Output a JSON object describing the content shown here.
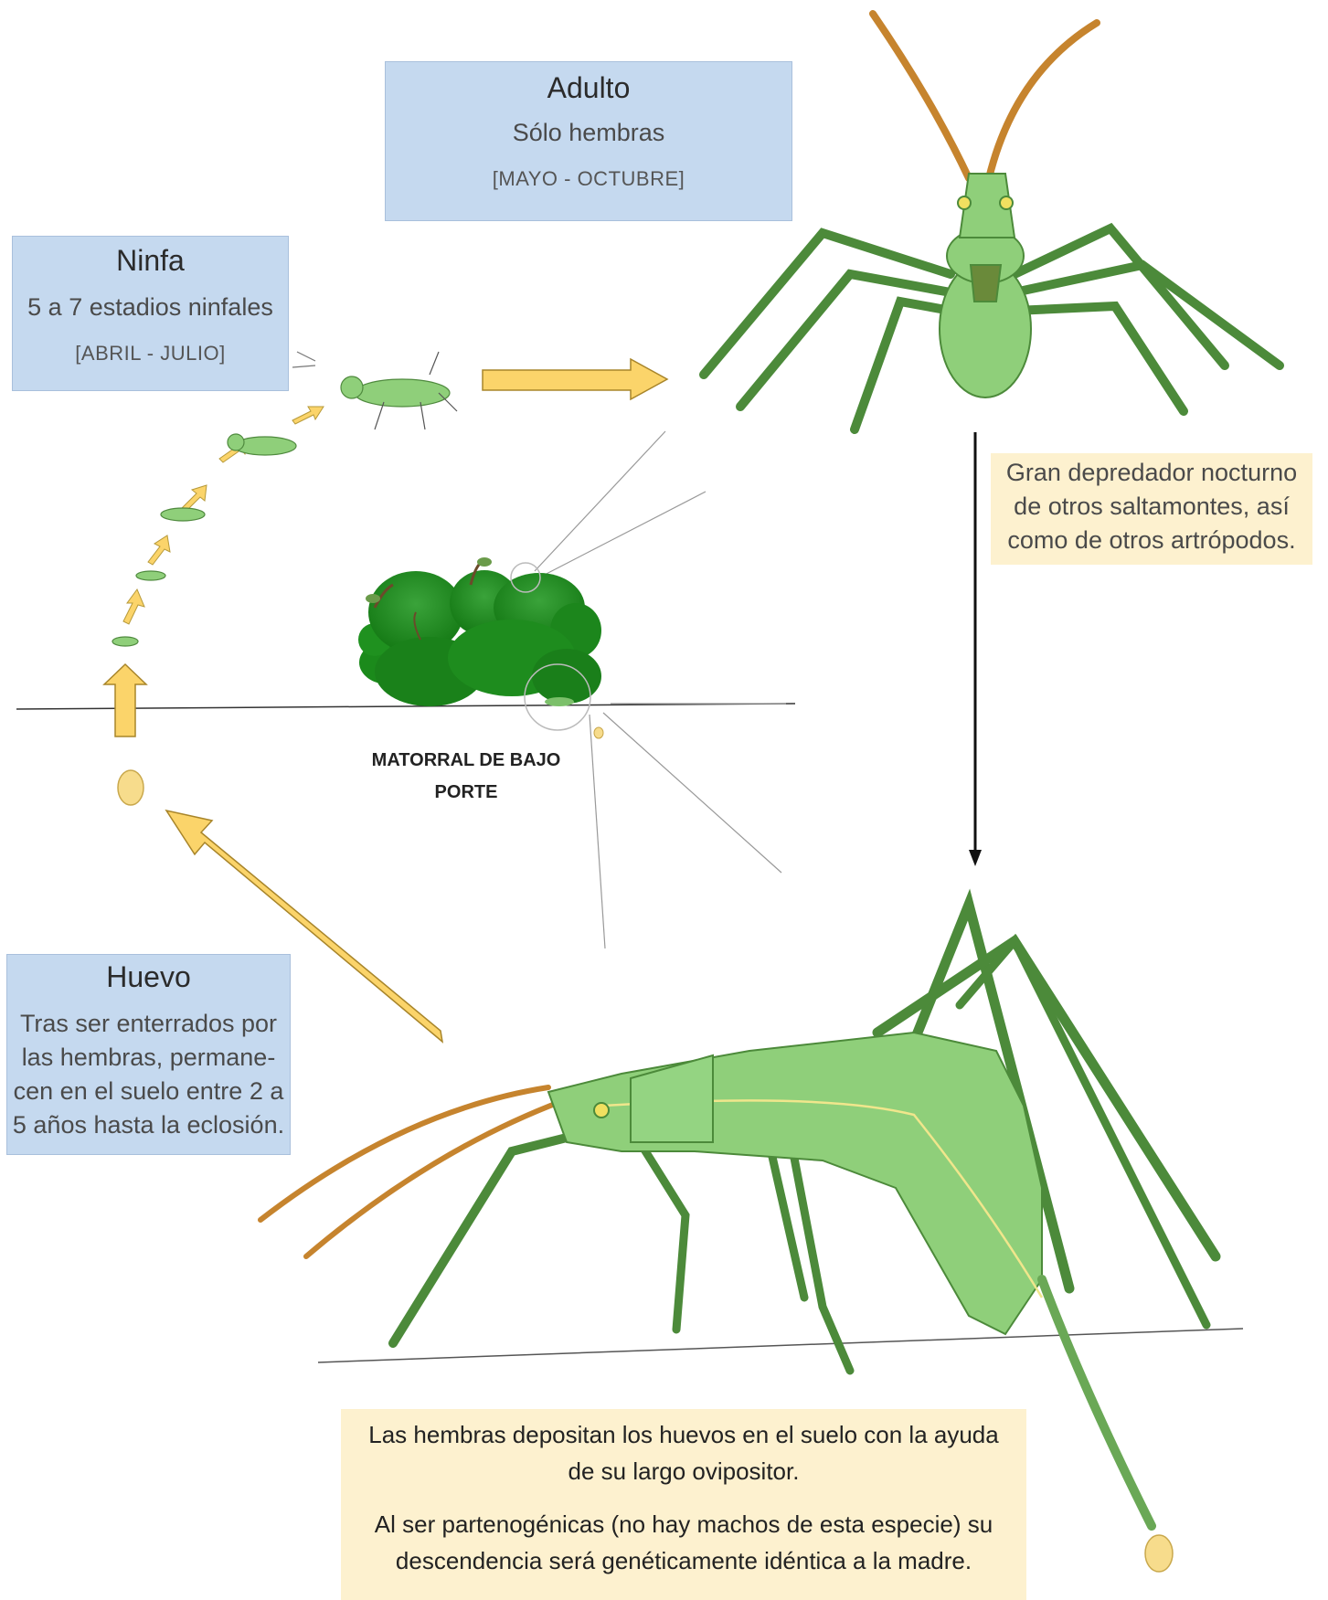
{
  "adulto": {
    "title": "Adulto",
    "subtitle": "Sólo hembras",
    "dates": "[MAYO - OCTUBRE]"
  },
  "ninfa": {
    "title": "Ninfa",
    "subtitle": "5 a 7 estadios ninfales",
    "dates": "[ABRIL - JULIO]"
  },
  "huevo": {
    "title": "Huevo",
    "lines": [
      "Tras ser enterrados por",
      "las hembras, permane-",
      "cen en el suelo entre 2 a",
      "5 años hasta la eclosión."
    ]
  },
  "predator": {
    "lines": [
      "Gran depredador nocturno",
      "de otros saltamontes, así",
      "como de otros artrópodos."
    ]
  },
  "bush": {
    "lines": [
      "MATORRAL DE BAJO",
      "PORTE"
    ]
  },
  "bottom_note": {
    "p1": [
      "Las hembras depositan los huevos en el suelo con la ayuda",
      "de su largo ovipositor."
    ],
    "p2": [
      "Al ser partenogénicas (no hay machos de esta especie) su",
      "descendencia será genéticamente idéntica a la madre."
    ]
  },
  "colors": {
    "box_blue": "#c5d9ef",
    "box_cream": "#fdf1cf",
    "arrow_yellow": "#fbd46a",
    "insect_green": "#8fcf7a",
    "antenna_brown": "#c6842e",
    "bush_green": "#1f8a1f",
    "egg": "#f7dc8c"
  }
}
